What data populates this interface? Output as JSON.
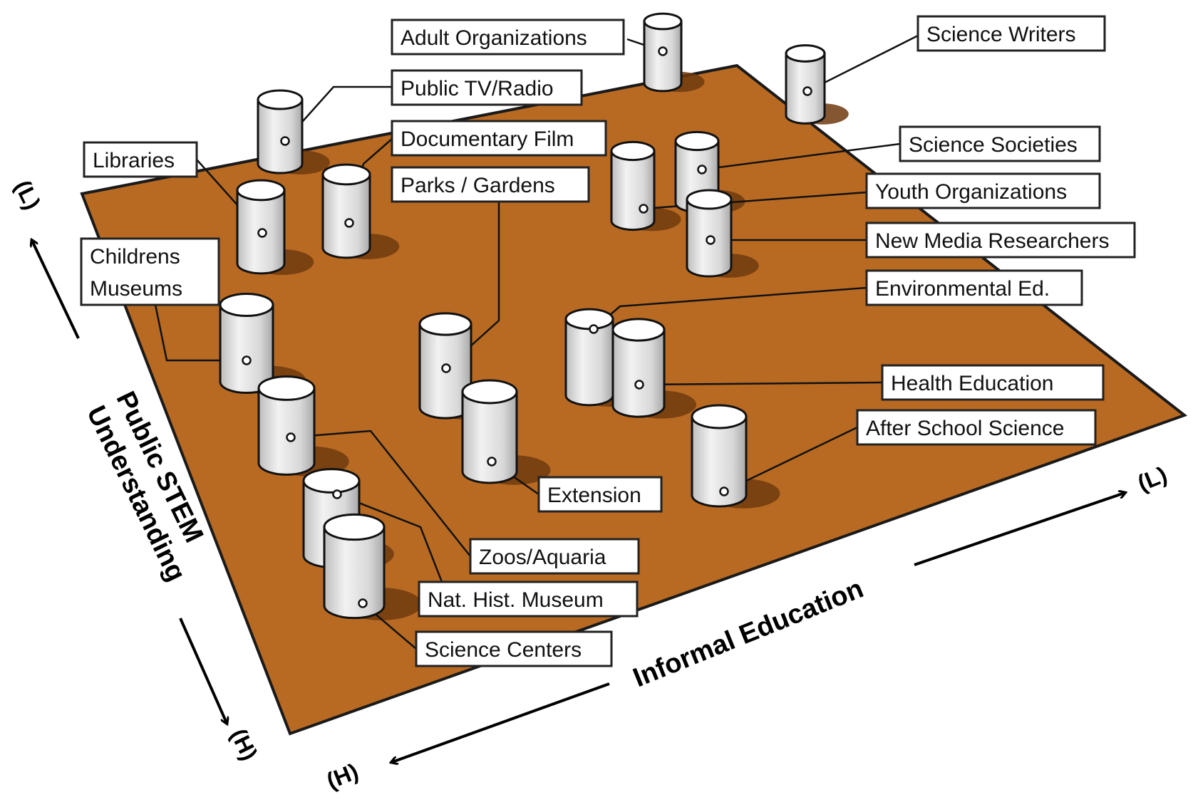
{
  "colors": {
    "plane": "#b86a22",
    "plane_edge": "#1a1a1a",
    "cylinder_body": "#dcdcdc",
    "cylinder_top": "#ffffff",
    "shadow": "#6e3a0e",
    "label_bg": "#ffffff",
    "label_border": "#222222"
  },
  "axes": {
    "vertical": {
      "title_line1": "Public STEM",
      "title_line2": "Understanding",
      "low": "(L)",
      "high": "(H)"
    },
    "horizontal": {
      "title": "Informal Education",
      "low": "(L)",
      "high": "(H)"
    }
  },
  "labels": {
    "adult_organizations": "Adult Organizations",
    "science_writers": "Science Writers",
    "public_tv_radio": "Public TV/Radio",
    "documentary_film": "Documentary Film",
    "libraries": "Libraries",
    "parks_gardens": "Parks / Gardens",
    "science_societies": "Science Societies",
    "youth_organizations": "Youth Organizations",
    "new_media_researchers": "New Media Researchers",
    "childrens_museums_line1": "Childrens",
    "childrens_museums_line2": "Museums",
    "environmental_ed": "Environmental Ed.",
    "health_education": "Health Education",
    "after_school_science": "After School Science",
    "extension": "Extension",
    "zoos_aquaria": "Zoos/Aquaria",
    "nat_hist_museum": "Nat. Hist. Museum",
    "science_centers": "Science Centers"
  }
}
